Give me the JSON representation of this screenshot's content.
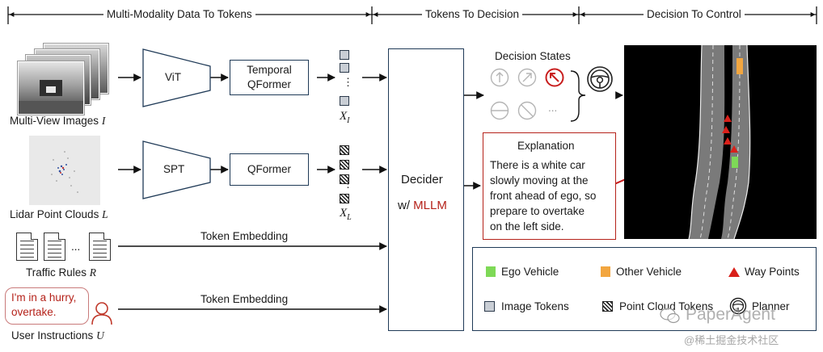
{
  "sections": {
    "tokens": "Multi-Modality Data To Tokens",
    "decision": "Tokens To Decision",
    "control": "Decision To Control"
  },
  "inputs": {
    "images_label": "Multi-View Images",
    "images_var": "I",
    "lidar_label": "Lidar Point Clouds",
    "lidar_var": "L",
    "rules_label": "Traffic Rules",
    "rules_var": "R",
    "rules_dots": "...",
    "user_label": "User Instructions",
    "user_var": "U",
    "user_bubble": [
      "I'm in a hurry,",
      "overtake."
    ]
  },
  "encoders": {
    "vit": "ViT",
    "temporal_qformer": [
      "Temporal",
      "QFormer"
    ],
    "spt": "SPT",
    "qformer": "QFormer"
  },
  "tokens": {
    "xi_base": "X",
    "xi_sub": "I",
    "xl_base": "X",
    "xl_sub": "L",
    "dots": "⋮"
  },
  "embeddings": {
    "rules": "Token Embedding",
    "user": "Token Embedding"
  },
  "decider": {
    "title": "Decider",
    "prefix": "w/",
    "mllm": "MLLM"
  },
  "decision_states": {
    "title": "Decision States",
    "dots": "...",
    "icons": [
      "straight-arrow-icon",
      "turn-right-arrow-icon",
      "overtake-left-icon",
      "stop-icon",
      "no-entry-icon"
    ]
  },
  "explanation": {
    "title": "Explanation",
    "lines": [
      "There is a white car",
      "slowly moving at the",
      "front ahead of ego, so",
      "prepare to overtake",
      "on the left side."
    ]
  },
  "legend": {
    "ego": "Ego Vehicle",
    "other": "Other Vehicle",
    "waypoints": "Way Points",
    "image_tokens": "Image Tokens",
    "point_tokens": "Point Cloud Tokens",
    "planner": "Planner"
  },
  "colors": {
    "accent_red": "#b5221a",
    "ego_green": "#7ed957",
    "other_orange": "#f2a640",
    "waypoint_red": "#d9201a",
    "box_border": "#1f3a57"
  },
  "watermark": {
    "brand": "PaperAgent",
    "community": "@稀土掘金技术社区"
  }
}
